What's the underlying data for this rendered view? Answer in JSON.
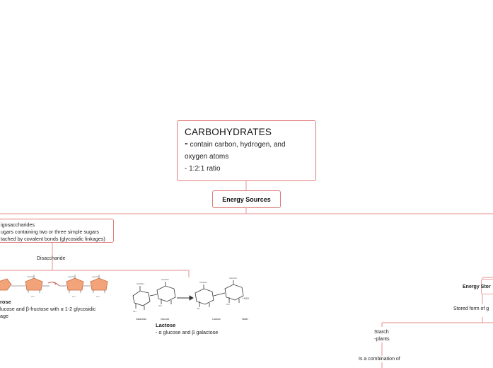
{
  "main_topic": {
    "title": "CARBOHYDRATES",
    "dash": "-",
    "line1": "contain carbon, hydrogen, and",
    "line2": "oxygen atoms",
    "line3": "- 1:2:1 ratio"
  },
  "energy_sources": {
    "label": "Energy Sources"
  },
  "oligosaccharides": {
    "line1": "igosaccharides",
    "line2": "ugars containing two or three simple sugars",
    "line3": "tached by covalent bonds (glycosidic linkages)"
  },
  "disaccharide": {
    "label": "Disaccharide"
  },
  "sucrose": {
    "title": "rose",
    "line1": "lucose and β-fructose with α 1-2 glycosidic",
    "line2": "age"
  },
  "lactose": {
    "title": "Lactose",
    "line1": "- α glucose and β galactose"
  },
  "lactose_diagram_labels": {
    "galactose": "Galactose",
    "glucose": "Glucose",
    "lactose": "Lactose",
    "water": "Water",
    "water_formula": "+ H2O"
  },
  "energy_stored": {
    "label": "Energy Stor"
  },
  "stored_form": {
    "label": "Stored form of g"
  },
  "starch": {
    "line1": "Starch",
    "line2": "-plants"
  },
  "combination": {
    "label": "Is a combination of"
  },
  "colors": {
    "connector": "#e8a3a3",
    "border": "#e07b7b",
    "sucrose_ring": "#f2a37a",
    "sucrose_ring_stroke": "#c96a3e"
  }
}
